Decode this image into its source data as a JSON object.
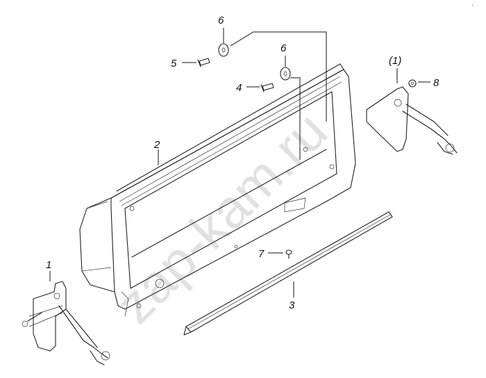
{
  "watermark": "zap-kam.ru",
  "callouts": {
    "c1_left": "1",
    "c1_right": "(1)",
    "c2": "2",
    "c3": "3",
    "c4": "4",
    "c5": "5",
    "c6_top": "6",
    "c6_mid": "6",
    "c7": "7",
    "c8": "8"
  },
  "corner_mark": "r"
}
